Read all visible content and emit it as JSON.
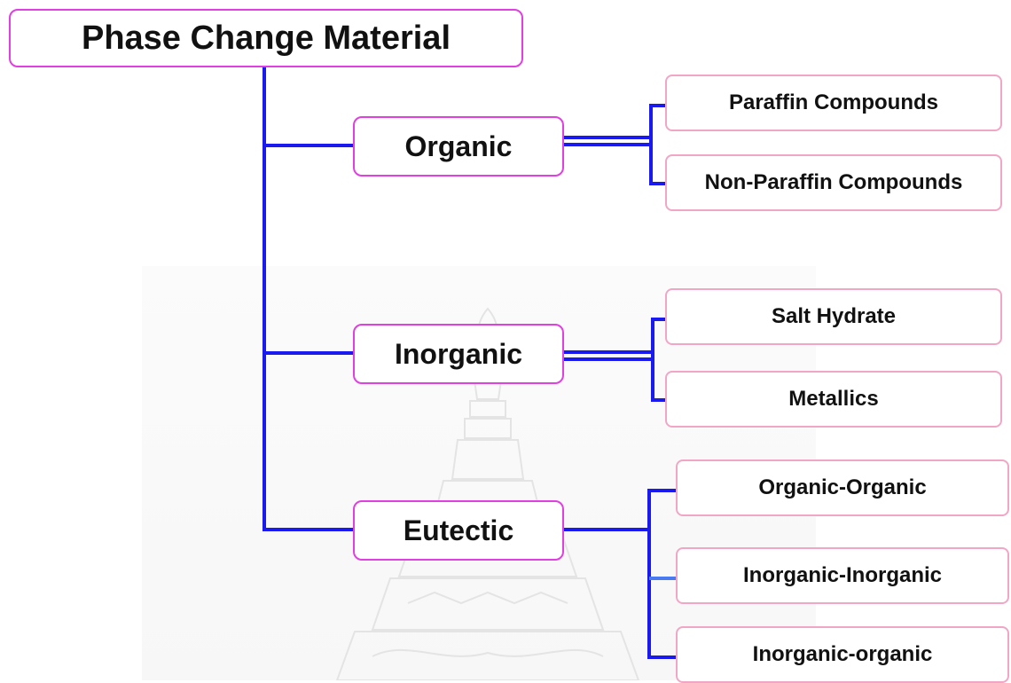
{
  "root": {
    "label": "Phase Change Material"
  },
  "categories": [
    {
      "label": "Organic",
      "children": [
        "Paraffin Compounds",
        "Non-Paraffin Compounds"
      ]
    },
    {
      "label": "Inorganic",
      "children": [
        "Salt Hydrate",
        "Metallics"
      ]
    },
    {
      "label": "Eutectic",
      "children": [
        "Organic-Organic",
        "Inorganic-Inorganic",
        "Inorganic-organic"
      ]
    }
  ],
  "colors": {
    "connector": "#1a1aee",
    "connector_light": "#4a7af0",
    "root_border": "#e040e0",
    "leaf_border": "#f2a6c6"
  }
}
